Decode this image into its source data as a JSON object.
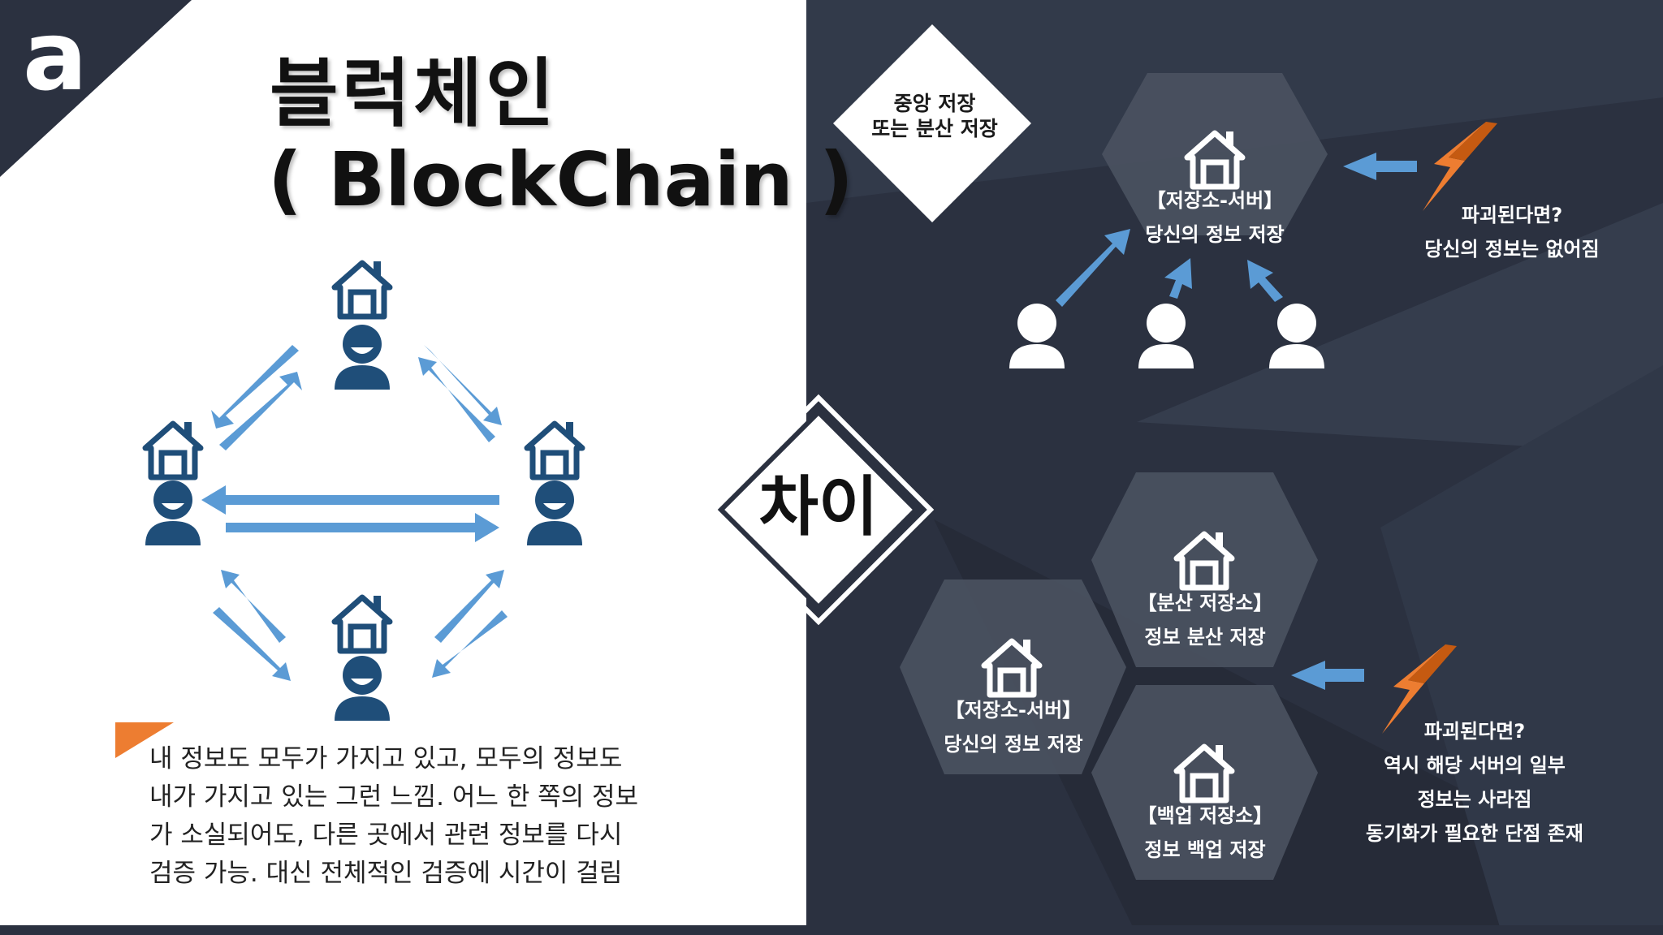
{
  "logo_letter": "a",
  "title": {
    "line1": "블럭체인",
    "line2": "( BlockChain )"
  },
  "description": [
    "내 정보도 모두가 가지고 있고, 모두의 정보도",
    "내가 가지고 있는 그런 느낌. 어느 한 쪽의 정보",
    "가 소실되어도, 다른 곳에서 관련 정보를 다시",
    "검증 가능. 대신 전체적인 검증에 시간이 걸림"
  ],
  "storage_type": {
    "line1": "중앙 저장",
    "line2": "또는 분산 저장"
  },
  "difference_label": "차이",
  "central_server": {
    "title": "【저장소-서버】",
    "subtitle": "당신의 정보 저장"
  },
  "central_note": {
    "line1": "파괴된다면?",
    "line2": "당신의 정보는 없어짐"
  },
  "distributed": {
    "node1": {
      "title": "【분산 저장소】",
      "subtitle": "정보 분산 저장"
    },
    "node2": {
      "title": "【저장소-서버】",
      "subtitle": "당신의 정보 저장"
    },
    "node3": {
      "title": "【백업 저장소】",
      "subtitle": "정보 백업 저장"
    }
  },
  "distributed_note": {
    "line1": "파괴된다면?",
    "line2": "역시 해당 서버의 일부",
    "line3": "정보는 사라짐",
    "line4": "동기화가 필요한 단점 존재"
  },
  "icons": [
    "house-icon",
    "user-icon",
    "lightning-icon",
    "arrow-icon"
  ],
  "colors": {
    "dark_bg": "#2b3140",
    "left_bg": "#ffffff",
    "node_blue": "#1f4e79",
    "arrow_blue": "#5b9bd5",
    "accent_orange": "#ed7d31",
    "hex_fill": "#4a5160"
  }
}
